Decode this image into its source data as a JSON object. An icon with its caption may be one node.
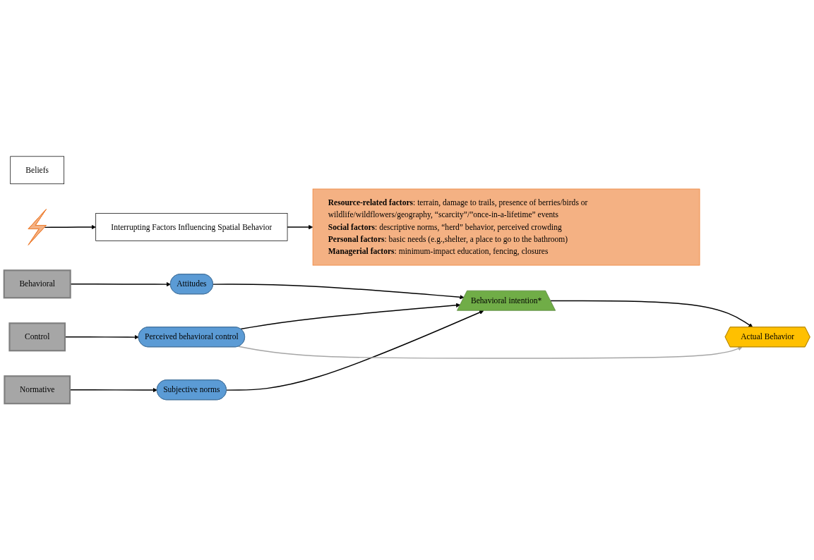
{
  "diagram": {
    "nodes": [
      {
        "text": [
          "Beliefs"
        ]
      },
      {
        "text": [
          "Behavioral"
        ]
      },
      {
        "text": [
          "Normative"
        ]
      },
      {
        "text": [
          "Control"
        ]
      },
      {
        "text": [
          "Attitudes"
        ]
      },
      {
        "text": [
          "Subjective norms"
        ]
      },
      {
        "text": [
          "Perceived behavioral control"
        ]
      },
      {
        "text": [
          "Behavioral intention*"
        ]
      },
      {
        "text": [
          "Actual Behavior"
        ]
      },
      {
        "text": [],
        "shape": "bolt"
      },
      {
        "text": [
          "Interrupting Factors Influencing Spatial Behavior"
        ]
      },
      {
        "text": [
          "**Resource-related factors**: terrain, damage to trails, presence of berries/birds or wildlife/wildflowers/geography, “scarcity”/”once-in-a-lifetime” events",
          "**Social factors**: descriptive norms, “herd” behavior, perceived crowding",
          "**Personal factors**: basic needs (e.g.,shelter, a place to go to the bathroom)",
          "**Managerial factors**: minimum-impact education, fencing, closures"
        ]
      }
    ],
    "edges": [
      {
        "from": 1,
        "to": 4,
        "arrow": "to"
      },
      {
        "from": 2,
        "to": 5,
        "arrow": "to"
      },
      {
        "from": 3,
        "to": 6,
        "arrow": "to"
      },
      {
        "from": 4,
        "to": 7,
        "arrow": "to"
      },
      {
        "from": 5,
        "to": 7,
        "arrow": "to"
      },
      {
        "from": 6,
        "to": 7,
        "arrow": "to"
      },
      {
        "from": 6,
        "to": 8,
        "arrow": "to",
        "color": "#a6a6a6"
      },
      {
        "from": 7,
        "to": 8,
        "arrow": "to"
      },
      {
        "from": 9,
        "to": 10,
        "arrow": "to"
      },
      {
        "from": 10,
        "to": 11,
        "arrow": "to"
      }
    ]
  }
}
